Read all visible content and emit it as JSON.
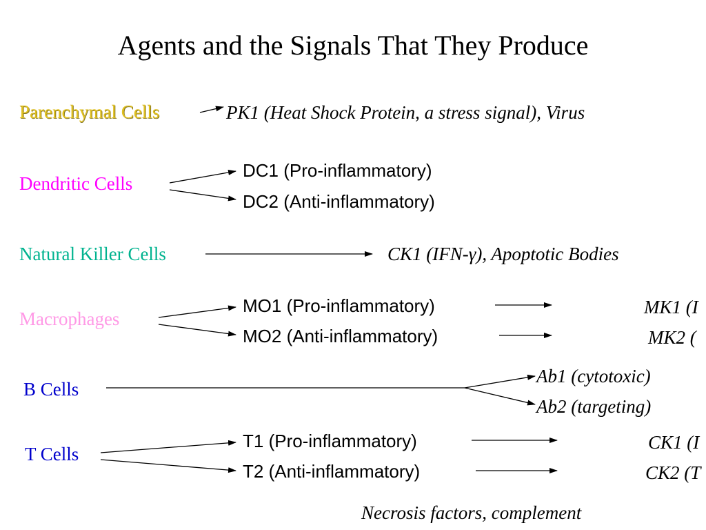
{
  "title": "Agents and the Signals That They Produce",
  "colors": {
    "parenchymal": "#e0c020",
    "dendritic": "#ff00ff",
    "natural_killer": "#00b38f",
    "macrophages": "#ff99e6",
    "b_cells": "#0000cc",
    "t_cells": "#0000cc",
    "text": "#000000"
  },
  "agents": {
    "parenchymal": "Parenchymal Cells",
    "dendritic": "Dendritic Cells",
    "natural_killer": "Natural Killer Cells",
    "macrophages": "Macrophages",
    "b_cells": "B Cells",
    "t_cells": "T Cells"
  },
  "signals": {
    "pk1": "PK1 (Heat Shock Protein, a stress signal), Virus",
    "dc1": "DC1 (Pro-inflammatory)",
    "dc2": "DC2 (Anti-inflammatory)",
    "ck1_nk_prefix": "CK1 (IFN-",
    "ck1_nk_gamma": "γ",
    "ck1_nk_suffix": "), Apoptotic Bodies",
    "mo1": "MO1 (Pro-inflammatory)",
    "mo2": "MO2 (Anti-inflammatory)",
    "mk1": "MK1 (I",
    "mk2": "MK2 (",
    "ab1": "Ab1 (cytotoxic)",
    "ab2": "Ab2 (targeting)",
    "t1": "T1 (Pro-inflammatory)",
    "t2": "T2 (Anti-inflammatory)",
    "ck1_t": "CK1 (I",
    "ck2_t": "CK2 (T",
    "footer": "Necrosis factors, complement"
  }
}
